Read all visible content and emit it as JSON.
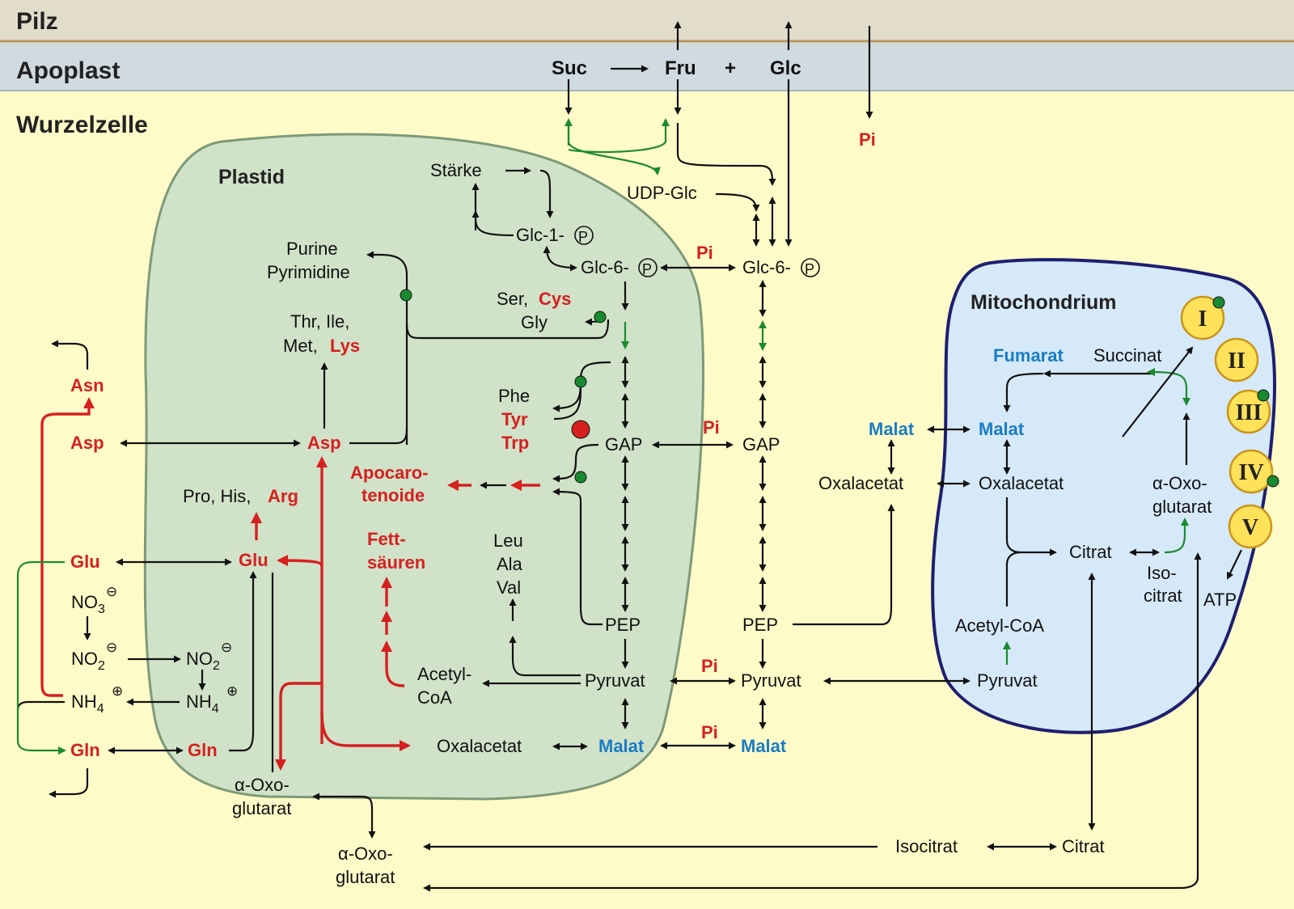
{
  "regions": {
    "pilz": "Pilz",
    "apoplast": "Apoplast",
    "wurzelzelle": "Wurzelzelle"
  },
  "organelles": {
    "plastid": "Plastid",
    "mitochondrium": "Mitochondrium"
  },
  "apoplast_row": {
    "suc": "Suc",
    "fru": "Fru",
    "plus": "+",
    "glc": "Glc",
    "pi": "Pi"
  },
  "cytosol": {
    "udpglc": "UDP-Glc",
    "glc6p": "Glc-6-",
    "pi_a": "Pi",
    "gap": "GAP",
    "pi_b": "Pi",
    "pep": "PEP",
    "pyruvat": "Pyruvat",
    "pi_c": "Pi",
    "malat": "Malat",
    "pi_d": "Pi",
    "oxo1": "α-Oxo-",
    "oxo2": "glutarat",
    "isocitrat": "Isocitrat",
    "citrat": "Citrat",
    "malat_c": "Malat",
    "oxalacetat_c": "Oxalacetat"
  },
  "plastid": {
    "staerke": "Stärke",
    "glc1p": "Glc-1-",
    "glc6p": "Glc-6-",
    "purine": "Purine",
    "pyrimidine": "Pyrimidine",
    "ser_cys": "Ser,",
    "cys": "Cys",
    "gly": "Gly",
    "thr": "Thr, Ile,",
    "met": "Met,",
    "lys": "Lys",
    "phe": "Phe",
    "tyr": "Tyr",
    "trp": "Trp",
    "gap": "GAP",
    "apocaro1": "Apocaro-",
    "apocaro2": "tenoide",
    "fett1": "Fett-",
    "fett2": "säuren",
    "leu": "Leu",
    "ala": "Ala",
    "val": "Val",
    "pep": "PEP",
    "pyruvat": "Pyruvat",
    "acetyl1": "Acetyl-",
    "acetyl2": "CoA",
    "oxalacetat": "Oxalacetat",
    "malat": "Malat",
    "asp": "Asp",
    "pro": "Pro, His,",
    "arg": "Arg",
    "glu": "Glu",
    "gln": "Gln",
    "oxo1": "α-Oxo-",
    "oxo2": "glutarat"
  },
  "left": {
    "asn": "Asn",
    "asp": "Asp",
    "glu": "Glu",
    "no3": "NO",
    "no2a": "NO",
    "no2b": "NO",
    "nh4a": "NH",
    "nh4b": "NH",
    "gln": "Gln",
    "sub3": "3",
    "sub2": "2",
    "sub4": "4",
    "minus": "⊖",
    "plusc": "⊕"
  },
  "mito": {
    "fumarat": "Fumarat",
    "succinat": "Succinat",
    "malat_m": "Malat",
    "oxalacetat_m": "Oxalacetat",
    "citrat_m": "Citrat",
    "iso1": "Iso-",
    "iso2": "citrat",
    "oxo1": "α-Oxo-",
    "oxo2": "glutarat",
    "acetylcoa": "Acetyl-CoA",
    "pyruvat_m": "Pyruvat",
    "atp": "ATP",
    "complexes": [
      "I",
      "II",
      "III",
      "IV",
      "V"
    ]
  },
  "symbols": {
    "p": "P"
  },
  "colors": {
    "pilz": "#e2dccb",
    "apoplast": "#cfdbe0",
    "cell": "#fffbc8",
    "plastid": "#d0e2c8",
    "mito": "#d6e9f8",
    "red": "#d62020",
    "green": "#1a8a30",
    "blue": "#1a7cc4"
  }
}
